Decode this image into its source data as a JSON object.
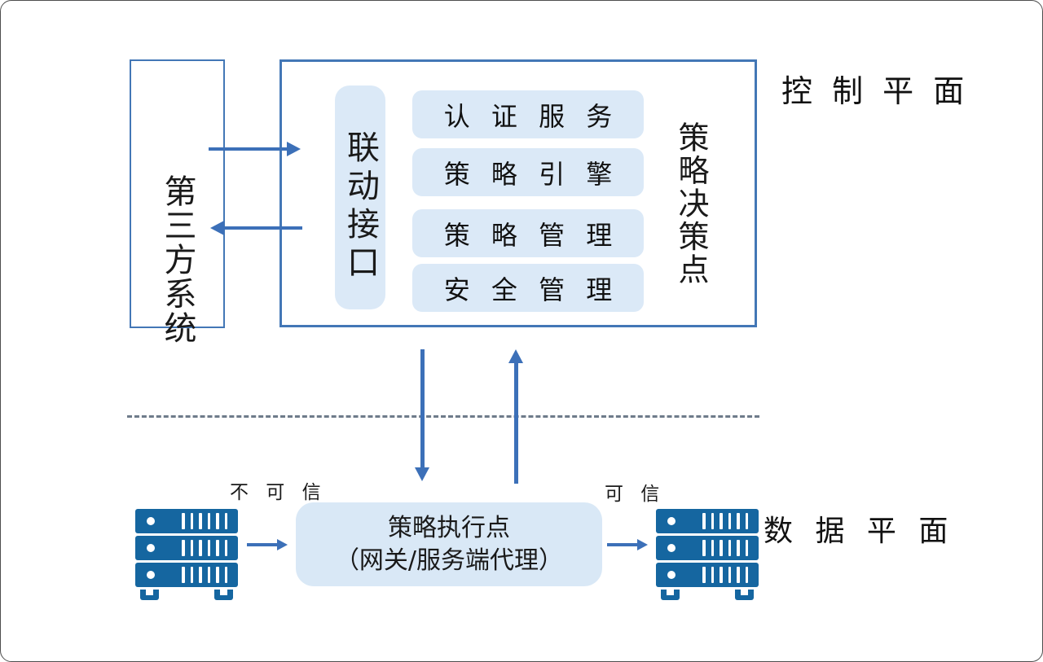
{
  "diagram": {
    "control_plane_title": "控 制 平 面",
    "data_plane_title": "数 据 平 面"
  },
  "third_party": {
    "label": "第三方系统"
  },
  "control_plane": {
    "linkage_interface_label": "联动接口",
    "services": [
      {
        "label": "认 证 服 务"
      },
      {
        "label": "策 略 引 擎"
      },
      {
        "label": "策 略 管 理"
      },
      {
        "label": "安 全 管 理"
      }
    ],
    "policy_decision_point_label": "策略决策点"
  },
  "data_plane": {
    "pep_line1": "策略执行点",
    "pep_line2": "（网关/服务端代理）",
    "untrusted_label": "不 可 信",
    "trusted_label": "可 信"
  },
  "colors": {
    "box_border_blue": "#4377b6",
    "arrow_blue": "#3c70b8",
    "light_fill_blue": "#dbe9f7",
    "server_blue": "#1566a0",
    "dashed_gray": "#6e7b8a"
  }
}
